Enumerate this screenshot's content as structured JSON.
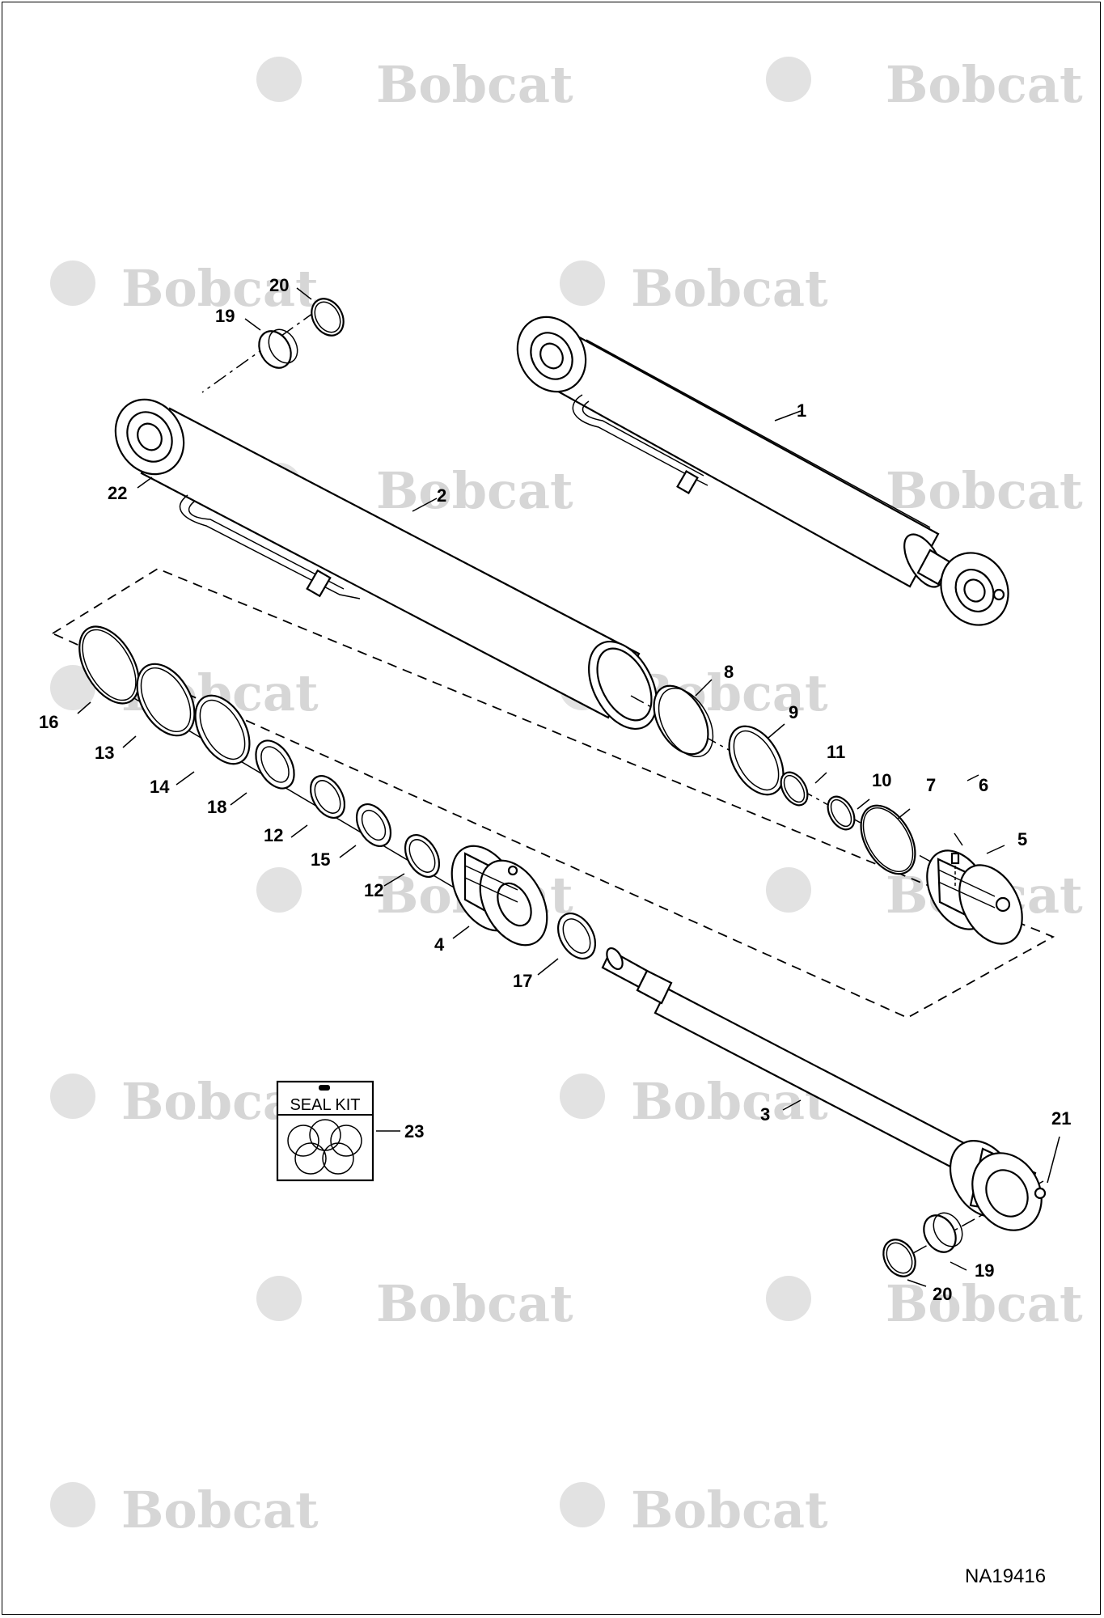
{
  "diagram": {
    "drawing_code": "NA19416",
    "watermark_text": "Bobcat",
    "watermark_color": "#d6d6d6",
    "seal_kit_label": "SEAL KIT",
    "callouts": [
      {
        "id": "c1",
        "text": "1"
      },
      {
        "id": "c2",
        "text": "2"
      },
      {
        "id": "c3",
        "text": "3"
      },
      {
        "id": "c4",
        "text": "4"
      },
      {
        "id": "c5",
        "text": "5"
      },
      {
        "id": "c6",
        "text": "6"
      },
      {
        "id": "c7",
        "text": "7"
      },
      {
        "id": "c8",
        "text": "8"
      },
      {
        "id": "c9",
        "text": "9"
      },
      {
        "id": "c10",
        "text": "10"
      },
      {
        "id": "c11",
        "text": "11"
      },
      {
        "id": "c12a",
        "text": "12"
      },
      {
        "id": "c12b",
        "text": "12"
      },
      {
        "id": "c13",
        "text": "13"
      },
      {
        "id": "c14",
        "text": "14"
      },
      {
        "id": "c15",
        "text": "15"
      },
      {
        "id": "c16",
        "text": "16"
      },
      {
        "id": "c17",
        "text": "17"
      },
      {
        "id": "c18",
        "text": "18"
      },
      {
        "id": "c19a",
        "text": "19"
      },
      {
        "id": "c19b",
        "text": "19"
      },
      {
        "id": "c20a",
        "text": "20"
      },
      {
        "id": "c20b",
        "text": "20"
      },
      {
        "id": "c21",
        "text": "21"
      },
      {
        "id": "c22",
        "text": "22"
      },
      {
        "id": "c23",
        "text": "23"
      }
    ]
  }
}
